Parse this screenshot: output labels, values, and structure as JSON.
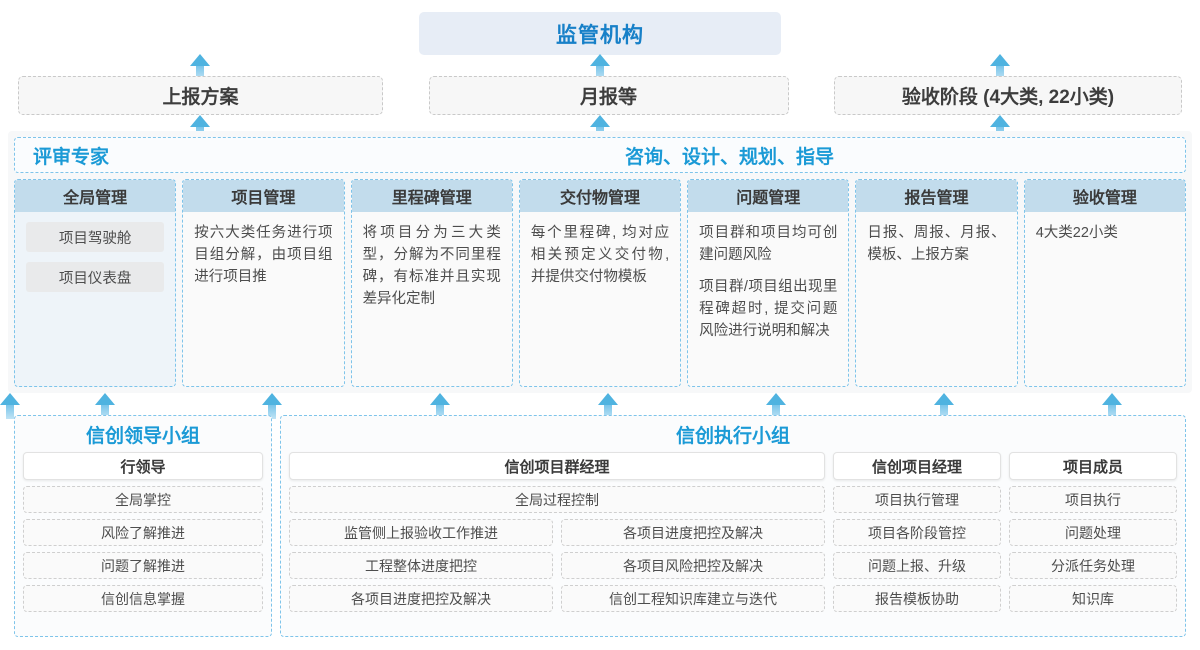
{
  "top": {
    "regulator": "监管机构",
    "reports": [
      {
        "label": "上报方案"
      },
      {
        "label": "月报等"
      },
      {
        "label": "验收阶段 (4大类, 22小类)"
      }
    ]
  },
  "main": {
    "role_left": "评审专家",
    "role_right": "咨询、设计、规划、指导",
    "cards": [
      {
        "title": "全局管理",
        "pills": [
          "项目驾驶舱",
          "项目仪表盘"
        ],
        "paragraphs": []
      },
      {
        "title": "项目管理",
        "pills": [],
        "paragraphs": [
          "按六大类任务进行项目组分解，由项目组进行项目推"
        ]
      },
      {
        "title": "里程碑管理",
        "pills": [],
        "paragraphs": [
          "将项目分为三大类型，分解为不同里程碑，有标准并且实现差异化定制"
        ]
      },
      {
        "title": "交付物管理",
        "pills": [],
        "paragraphs": [
          "每个里程碑, 均对应相关预定义交付物, 并提供交付物模板"
        ]
      },
      {
        "title": "问题管理",
        "pills": [],
        "paragraphs": [
          "项目群和项目均可创建问题风险",
          "项目群/项目组出现里程碑超时, 提交问题风险进行说明和解决"
        ]
      },
      {
        "title": "报告管理",
        "pills": [],
        "paragraphs": [
          "日报、周报、月报、模板、上报方案"
        ]
      },
      {
        "title": "验收管理",
        "pills": [],
        "paragraphs": [
          "4大类22小类"
        ]
      }
    ]
  },
  "teams": {
    "leader": {
      "title": "信创领导小组",
      "role_head": "行领导",
      "tasks": [
        "全局掌控",
        "风险了解推进",
        "问题了解推进",
        "信创信息掌握"
      ]
    },
    "exec": {
      "title": "信创执行小组",
      "program_manager": {
        "role_head": "信创项目群经理",
        "full_task": "全局过程控制",
        "grid_tasks": [
          [
            "监管侧上报验收工作推进",
            "各项目进度把控及解决"
          ],
          [
            "工程整体进度把控",
            "各项目风险把控及解决"
          ],
          [
            "各项目进度把控及解决",
            "信创工程知识库建立与迭代"
          ]
        ]
      },
      "project_manager": {
        "role_head": "信创项目经理",
        "tasks": [
          "项目执行管理",
          "项目各阶段管控",
          "问题上报、升级",
          "报告模板协助"
        ]
      },
      "project_member": {
        "role_head": "项目成员",
        "tasks": [
          "项目执行",
          "问题处理",
          "分派任务处理",
          "知识库"
        ]
      }
    }
  },
  "colors": {
    "accent_blue": "#1b9ad6",
    "header_blue": "#c2dcec",
    "banner_blue": "#e7edf6",
    "arrow_blue": "#4fb3e0"
  }
}
